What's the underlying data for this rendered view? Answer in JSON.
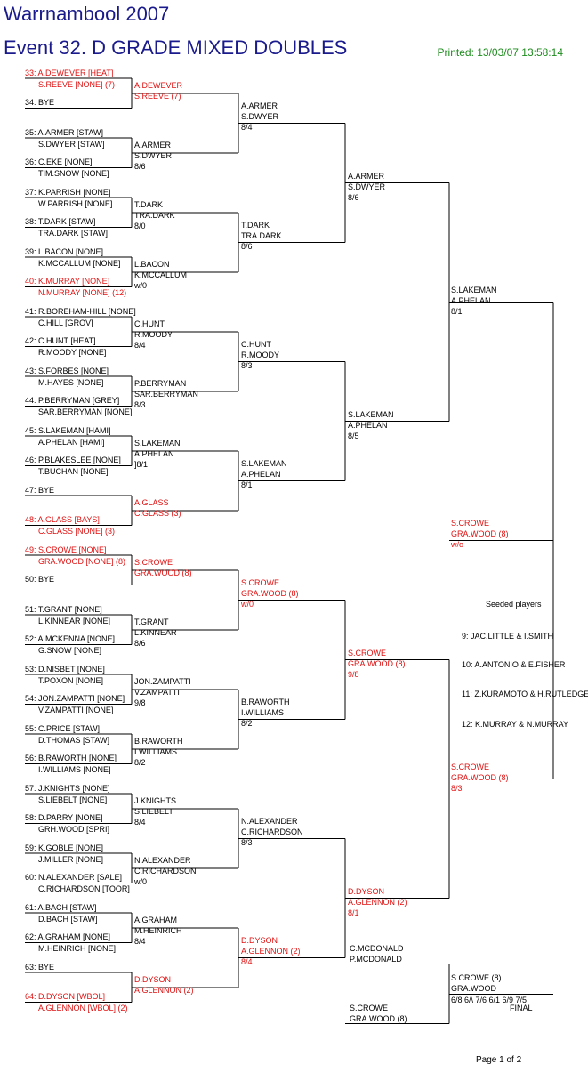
{
  "header": {
    "tournament": "Warrnambool 2007",
    "event": "Event 32. D GRADE MIXED DOUBLES",
    "printed": "Printed: 13/03/07 13:58:14"
  },
  "footer": {
    "page": "Page 1 of 2"
  },
  "round1": [
    {
      "l1": "33: A.DEWEVER [HEAT]",
      "l2": "S.REEVE [NONE] (7)",
      "red": true
    },
    {
      "l1": "34: BYE",
      "l2": "",
      "red": false
    },
    {
      "l1": "35: A.ARMER [STAW]",
      "l2": "S.DWYER [STAW]",
      "red": false
    },
    {
      "l1": "36: C.EKE [NONE]",
      "l2": "TIM.SNOW [NONE]",
      "red": false
    },
    {
      "l1": "37: K.PARRISH [NONE]",
      "l2": "W.PARRISH [NONE]",
      "red": false
    },
    {
      "l1": "38: T.DARK [STAW]",
      "l2": "TRA.DARK [STAW]",
      "red": false
    },
    {
      "l1": "39: L.BACON [NONE]",
      "l2": "K.MCCALLUM [NONE]",
      "red": false
    },
    {
      "l1": "40: K.MURRAY [NONE]",
      "l2": "N.MURRAY [NONE] (12)",
      "red": true
    },
    {
      "l1": "41: R.BOREHAM-HILL [NONE]",
      "l2": "C.HILL [GROV]",
      "red": false
    },
    {
      "l1": "42: C.HUNT [HEAT]",
      "l2": "R.MOODY [NONE]",
      "red": false
    },
    {
      "l1": "43: S.FORBES [NONE]",
      "l2": "M.HAYES [NONE]",
      "red": false
    },
    {
      "l1": "44: P.BERRYMAN [GREY]",
      "l2": "SAR.BERRYMAN [NONE]",
      "red": false
    },
    {
      "l1": "45: S.LAKEMAN [HAMI]",
      "l2": "A.PHELAN [HAMI]",
      "red": false
    },
    {
      "l1": "46: P.BLAKESLEE [NONE]",
      "l2": "T.BUCHAN [NONE]",
      "red": false
    },
    {
      "l1": "47: BYE",
      "l2": "",
      "red": false
    },
    {
      "l1": "48: A.GLASS [BAYS]",
      "l2": "C.GLASS [NONE] (3)",
      "red": true
    },
    {
      "l1": "49: S.CROWE [NONE]",
      "l2": "GRA.WOOD [NONE] (8)",
      "red": true
    },
    {
      "l1": "50: BYE",
      "l2": "",
      "red": false
    },
    {
      "l1": "51: T.GRANT [NONE]",
      "l2": "L.KINNEAR [NONE]",
      "red": false
    },
    {
      "l1": "52: A.MCKENNA [NONE]",
      "l2": "G.SNOW [NONE]",
      "red": false
    },
    {
      "l1": "53: D.NISBET [NONE]",
      "l2": "T.POXON [NONE]",
      "red": false
    },
    {
      "l1": "54: JON.ZAMPATTI [NONE]",
      "l2": "V.ZAMPATTI [NONE]",
      "red": false
    },
    {
      "l1": "55: C.PRICE [STAW]",
      "l2": "D.THOMAS [STAW]",
      "red": false
    },
    {
      "l1": "56: B.RAWORTH [NONE]",
      "l2": "I.WILLIAMS [NONE]",
      "red": false
    },
    {
      "l1": "57: J.KNIGHTS [NONE]",
      "l2": "S.LIEBELT [NONE]",
      "red": false
    },
    {
      "l1": "58: D.PARRY [NONE]",
      "l2": "GRH.WOOD [SPRI]",
      "red": false
    },
    {
      "l1": "59: K.GOBLE [NONE]",
      "l2": "J.MILLER [NONE]",
      "red": false
    },
    {
      "l1": "60: N.ALEXANDER [SALE]",
      "l2": "C.RICHARDSON [TOOR]",
      "red": false
    },
    {
      "l1": "61: A.BACH [STAW]",
      "l2": "D.BACH [STAW]",
      "red": false
    },
    {
      "l1": "62: A.GRAHAM [NONE]",
      "l2": "M.HEINRICH [NONE]",
      "red": false
    },
    {
      "l1": "63: BYE",
      "l2": "",
      "red": false
    },
    {
      "l1": "64: D.DYSON [WBOL]",
      "l2": "A.GLENNON [WBOL] (2)",
      "red": true
    }
  ],
  "round2": [
    {
      "l1": "A.DEWEVER",
      "l2": "S.REEVE (7)",
      "score": "",
      "red": true
    },
    {
      "l1": "A.ARMER",
      "l2": "S.DWYER",
      "score": "8/6",
      "red": false
    },
    {
      "l1": "T.DARK",
      "l2": "TRA.DARK",
      "score": "8/0",
      "red": false
    },
    {
      "l1": "L.BACON",
      "l2": "K.MCCALLUM",
      "score": "w/0",
      "red": false
    },
    {
      "l1": "C.HUNT",
      "l2": "R.MOODY",
      "score": "8/4",
      "red": false
    },
    {
      "l1": "P.BERRYMAN",
      "l2": "SAR.BERRYMAN",
      "score": "8/3",
      "red": false
    },
    {
      "l1": "S.LAKEMAN",
      "l2": "A.PHELAN",
      "score": "]8/1",
      "red": false
    },
    {
      "l1": "A.GLASS",
      "l2": "C.GLASS (3)",
      "score": "",
      "red": true
    },
    {
      "l1": "S.CROWE",
      "l2": "GRA.WOOD (8)",
      "score": "",
      "red": true
    },
    {
      "l1": "T.GRANT",
      "l2": "L.KINNEAR",
      "score": "8/6",
      "red": false
    },
    {
      "l1": "JON.ZAMPATTI",
      "l2": "V.ZAMPATTI",
      "score": "9/8",
      "red": false
    },
    {
      "l1": "B.RAWORTH",
      "l2": "I.WILLIAMS",
      "score": "8/2",
      "red": false
    },
    {
      "l1": "J.KNIGHTS",
      "l2": "S.LIEBELT",
      "score": "8/4",
      "red": false
    },
    {
      "l1": "N.ALEXANDER",
      "l2": "C.RICHARDSON",
      "score": "w/0",
      "red": false
    },
    {
      "l1": "A.GRAHAM",
      "l2": "M.HEINRICH",
      "score": "8/4",
      "red": false
    },
    {
      "l1": "D.DYSON",
      "l2": "A.GLENNON (2)",
      "score": "",
      "red": true
    }
  ],
  "round3": [
    {
      "l1": "A.ARMER",
      "l2": "S.DWYER",
      "score": "8/4",
      "red": false
    },
    {
      "l1": "T.DARK",
      "l2": "TRA.DARK",
      "score": "8/6",
      "red": false
    },
    {
      "l1": "C.HUNT",
      "l2": "R.MOODY",
      "score": "8/3",
      "red": false
    },
    {
      "l1": "S.LAKEMAN",
      "l2": "A.PHELAN",
      "score": "8/1",
      "red": false
    },
    {
      "l1": "S.CROWE",
      "l2": "GRA.WOOD (8)",
      "score": "w/0",
      "red": true
    },
    {
      "l1": "B.RAWORTH",
      "l2": "I.WILLIAMS",
      "score": "8/2",
      "red": false
    },
    {
      "l1": "N.ALEXANDER",
      "l2": "C.RICHARDSON",
      "score": "8/3",
      "red": false
    },
    {
      "l1": "D.DYSON",
      "l2": "A.GLENNON (2)",
      "score": "8/4",
      "red": true
    }
  ],
  "round4": [
    {
      "l1": "A.ARMER",
      "l2": "S.DWYER",
      "score": "8/6",
      "red": false
    },
    {
      "l1": "S.LAKEMAN",
      "l2": "A.PHELAN",
      "score": "8/5",
      "red": false
    },
    {
      "l1": "S.CROWE",
      "l2": "GRA.WOOD (8)",
      "score": "9/8",
      "red": true
    },
    {
      "l1": "D.DYSON",
      "l2": "A.GLENNON (2)",
      "score": "8/1",
      "red": true
    }
  ],
  "round5": [
    {
      "l1": "S.LAKEMAN",
      "l2": "A.PHELAN",
      "score": "8/1",
      "red": false
    },
    {
      "l1": "S.CROWE",
      "l2": "GRA.WOOD (8)",
      "score": "8/3",
      "red": true
    },
    {
      "l1": "S.CROWE",
      "l2": "GRA.WOOD (8)",
      "score": "w/o",
      "red": true
    }
  ],
  "finals": {
    "finalist1": {
      "l1": "C.MCDONALD",
      "l2": "P.MCDONALD"
    },
    "finalist2": {
      "l1": "S.CROWE",
      "l2": "GRA.WOOD (8)"
    },
    "winner": {
      "l1": "S.CROWE (8)",
      "l2": "GRA.WOOD",
      "score": "6/8 6/\\ 7/6 6/1 6/9 7/5"
    },
    "final_label": "FINAL"
  },
  "seeds": {
    "title": "Seeded players",
    "items": [
      "9: JAC.LITTLE & I.SMITH",
      "10: A.ANTONIO & E.FISHER",
      "11: Z.KURAMOTO & H.RUTLEDGE",
      "12: K.MURRAY & N.MURRAY"
    ]
  },
  "colors": {
    "title": "#1a1a8c",
    "printed": "#1e8c1e",
    "seeded": "#e01010"
  }
}
